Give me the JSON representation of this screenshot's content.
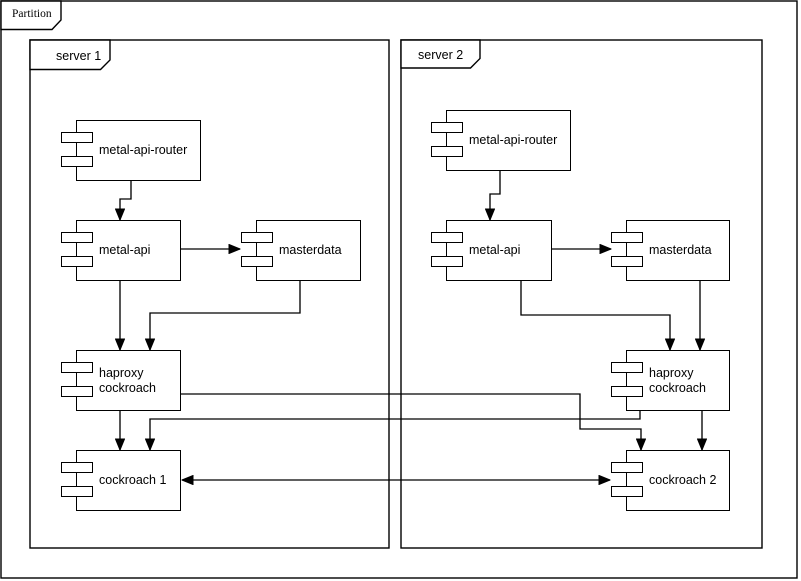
{
  "diagram": {
    "type": "uml-component-diagram",
    "partition_label": "Partition",
    "background_color": "#ffffff",
    "stroke_color": "#000000",
    "fill_color": "#ffffff"
  },
  "frames": {
    "server1": {
      "label": "server 1"
    },
    "server2": {
      "label": "server 2"
    }
  },
  "nodes": {
    "router1": {
      "label": "metal-api-router",
      "frame": "server1"
    },
    "api1": {
      "label": "metal-api",
      "frame": "server1"
    },
    "masterdata1": {
      "label": "masterdata",
      "frame": "server1"
    },
    "haproxy1": {
      "label": "haproxy cockroach",
      "frame": "server1"
    },
    "cockroach1": {
      "label": "cockroach 1",
      "frame": "server1"
    },
    "router2": {
      "label": "metal-api-router",
      "frame": "server2"
    },
    "api2": {
      "label": "metal-api",
      "frame": "server2"
    },
    "masterdata2": {
      "label": "masterdata",
      "frame": "server2"
    },
    "haproxy2": {
      "label": "haproxy cockroach",
      "frame": "server2"
    },
    "cockroach2": {
      "label": "cockroach 2",
      "frame": "server2"
    }
  },
  "edges": [
    {
      "from": "router1",
      "to": "api1",
      "arrow": "end"
    },
    {
      "from": "api1",
      "to": "masterdata1",
      "arrow": "end"
    },
    {
      "from": "api1",
      "to": "haproxy1",
      "arrow": "end"
    },
    {
      "from": "masterdata1",
      "to": "haproxy1",
      "arrow": "end"
    },
    {
      "from": "haproxy1",
      "to": "cockroach1",
      "arrow": "end"
    },
    {
      "from": "haproxy1",
      "to": "cockroach2",
      "arrow": "end"
    },
    {
      "from": "haproxy2",
      "to": "cockroach1",
      "arrow": "end"
    },
    {
      "from": "router2",
      "to": "api2",
      "arrow": "end"
    },
    {
      "from": "api2",
      "to": "masterdata2",
      "arrow": "end"
    },
    {
      "from": "api2",
      "to": "haproxy2",
      "arrow": "end"
    },
    {
      "from": "masterdata2",
      "to": "haproxy2",
      "arrow": "end"
    },
    {
      "from": "haproxy2",
      "to": "cockroach2",
      "arrow": "end"
    },
    {
      "from": "cockroach1",
      "to": "cockroach2",
      "arrow": "both"
    }
  ]
}
